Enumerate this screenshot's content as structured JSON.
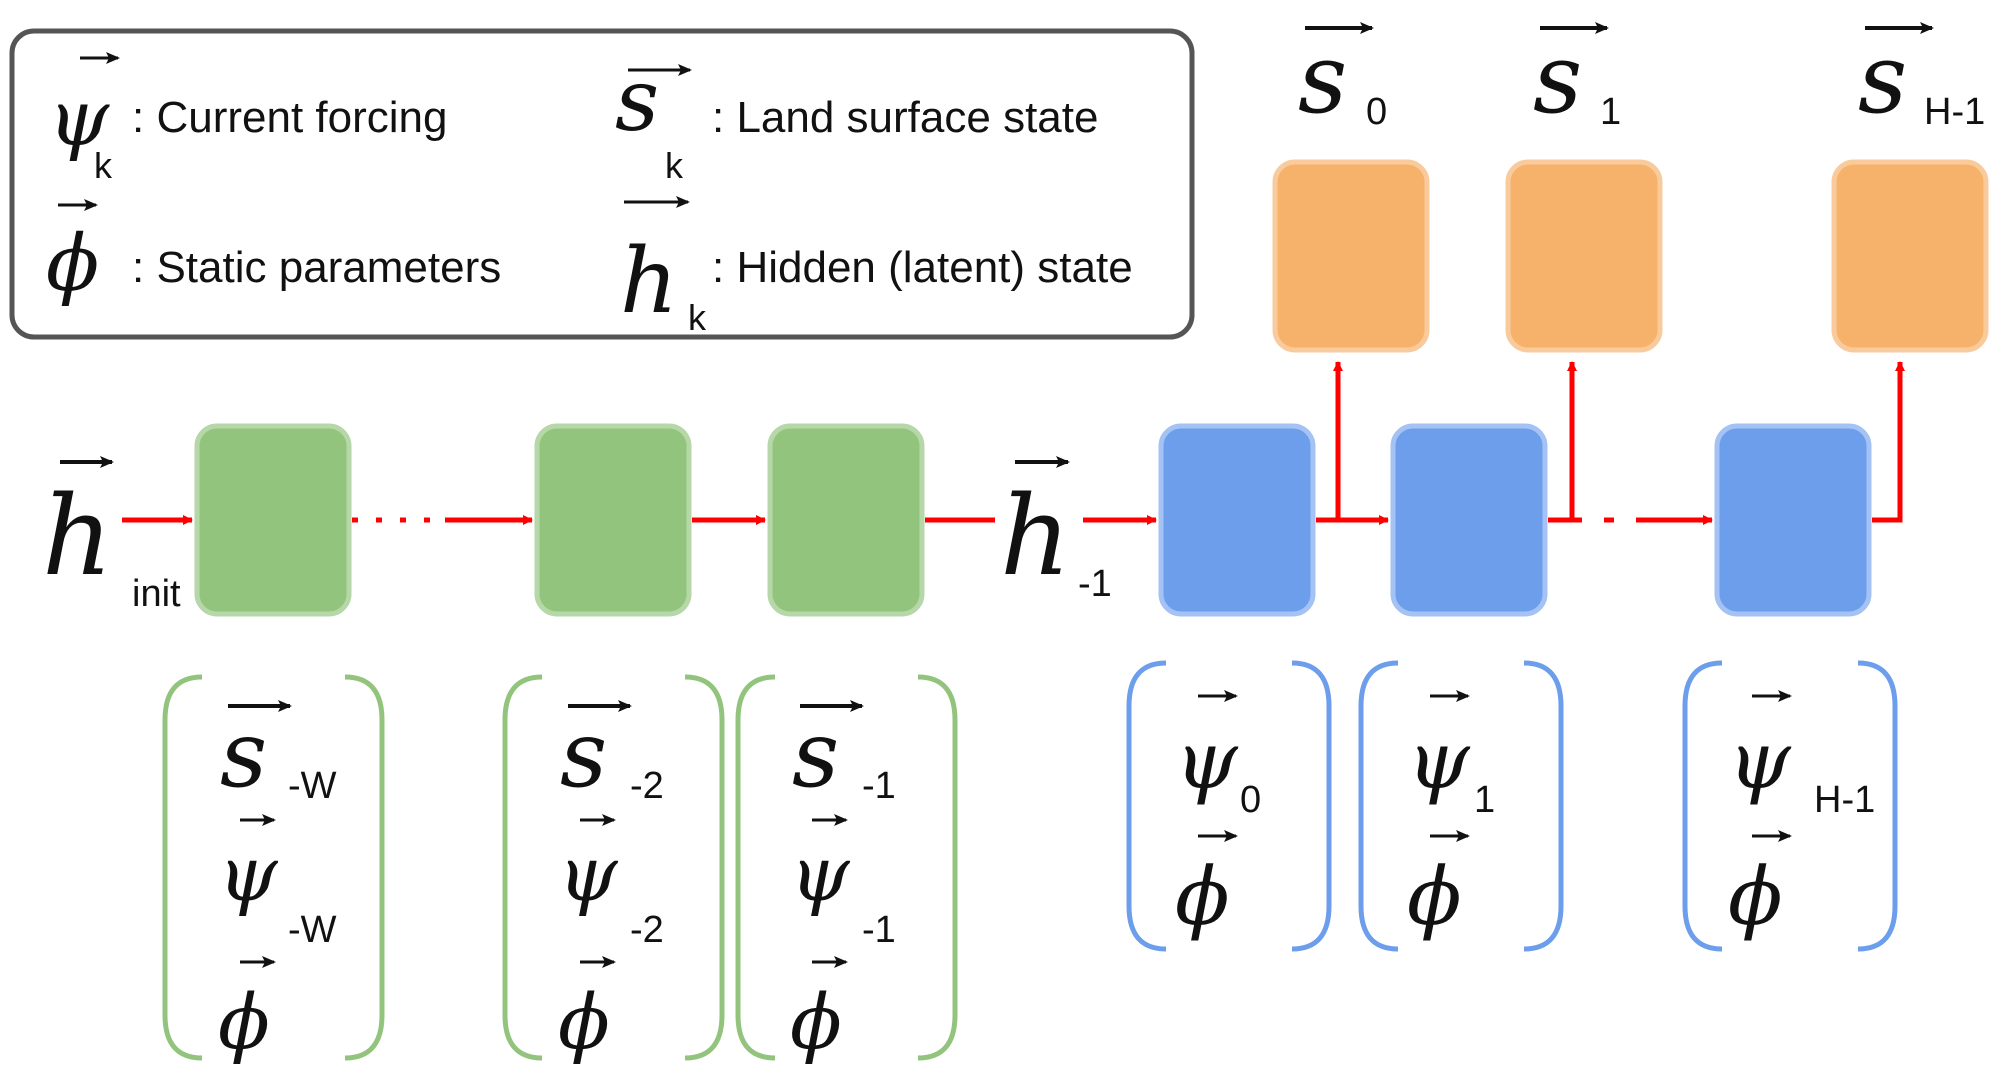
{
  "colors": {
    "encoder_fill": "#93c47d",
    "encoder_stroke": "#b6d7a8",
    "decoder_fill": "#6d9eeb",
    "decoder_stroke": "#a4c2f4",
    "output_fill": "#f6b26b",
    "output_stroke": "#f9cb9c",
    "arrow": "#ff0000",
    "legend_border": "#555555"
  },
  "legend": {
    "items": [
      {
        "symbol": "ψ",
        "sub": "k",
        "label": ": Current forcing"
      },
      {
        "symbol": "s",
        "sub": "k",
        "label": ": Land surface state"
      },
      {
        "symbol": "ϕ",
        "sub": "",
        "label": ": Static parameters"
      },
      {
        "symbol": "h",
        "sub": "k",
        "label": ": Hidden (latent) state"
      }
    ]
  },
  "hidden_states": {
    "init": {
      "symbol": "h",
      "sub": "init"
    },
    "minus1": {
      "symbol": "h",
      "sub": "-1"
    }
  },
  "outputs": [
    {
      "symbol": "s",
      "sub": "0"
    },
    {
      "symbol": "s",
      "sub": "1"
    },
    {
      "symbol": "s",
      "sub": "H-1"
    }
  ],
  "encoder_inputs": [
    {
      "s_sub": "-W",
      "psi_sub": "-W",
      "phi": "ϕ"
    },
    {
      "s_sub": "-2",
      "psi_sub": "-2",
      "phi": "ϕ"
    },
    {
      "s_sub": "-1",
      "psi_sub": "-1",
      "phi": "ϕ"
    }
  ],
  "decoder_inputs": [
    {
      "psi_sub": "0",
      "phi": "ϕ"
    },
    {
      "psi_sub": "1",
      "phi": "ϕ"
    },
    {
      "psi_sub": "H-1",
      "phi": "ϕ"
    }
  ],
  "symbols": {
    "s": "s",
    "psi": "ψ",
    "phi": "ϕ",
    "h": "h"
  }
}
